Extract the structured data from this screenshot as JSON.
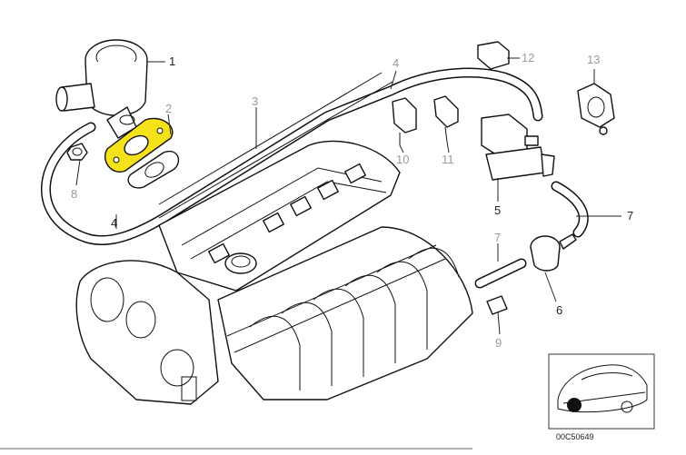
{
  "callouts": {
    "c1": "1",
    "c2": "2",
    "c3": "3",
    "c4a": "4",
    "c4b": "4",
    "c5": "5",
    "c6": "6",
    "c7a": "7",
    "c7b": "7",
    "c8": "8",
    "c9": "9",
    "c10": "10",
    "c11": "11",
    "c12": "12",
    "c13": "13"
  },
  "highlight_color": "#f6e21a",
  "image_id": "00C50649"
}
